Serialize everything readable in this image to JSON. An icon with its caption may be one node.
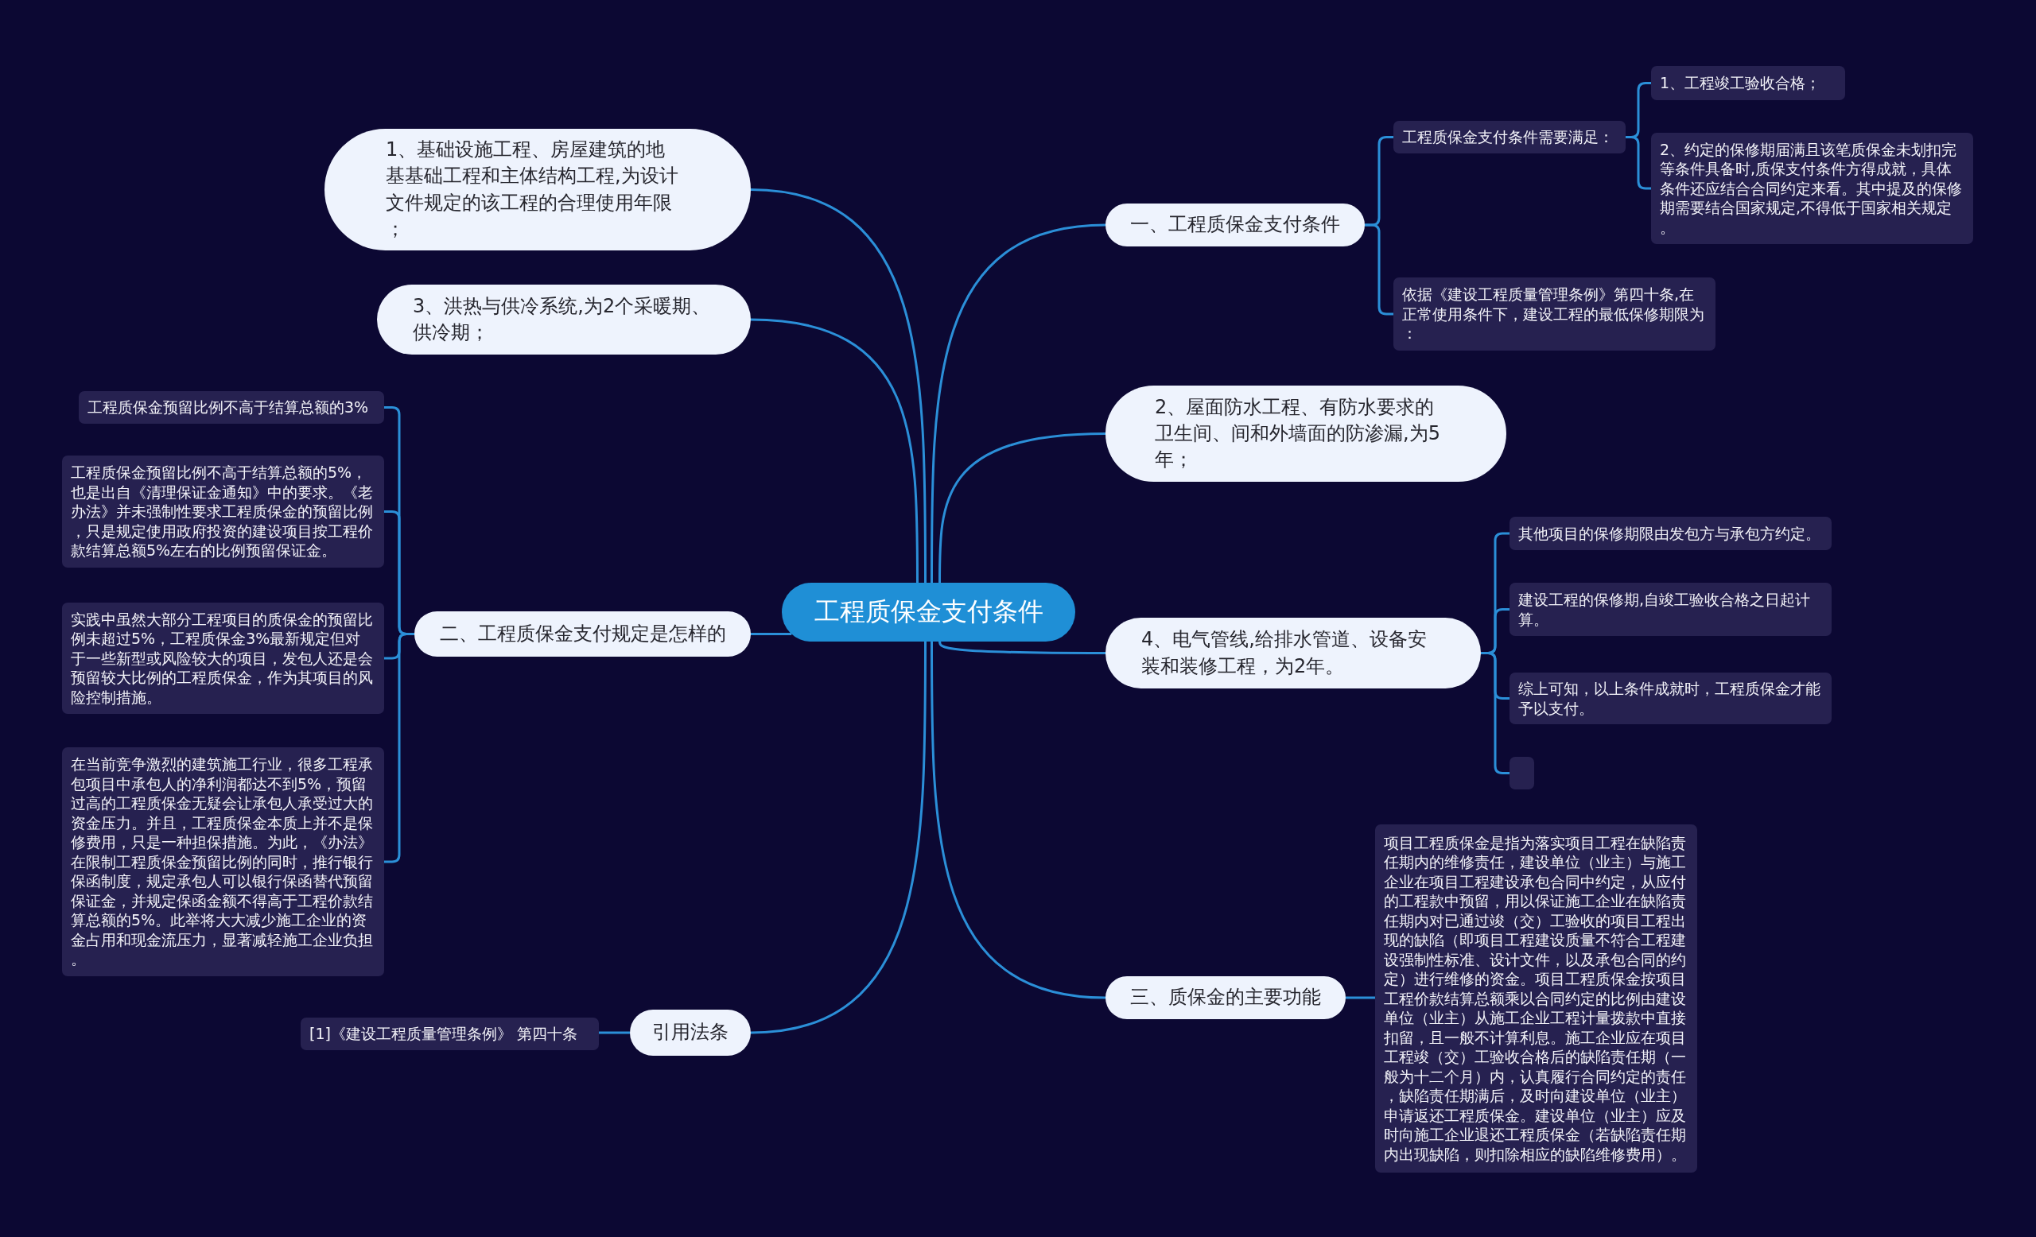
{
  "diagram": {
    "nodes": [
      {
        "text": [
          "工程质保金支付条件"
        ]
      },
      {
        "text": [
          "一、工程质保金支付条件"
        ]
      },
      {
        "text": [
          "工程质保金支付条件需要满足："
        ]
      },
      {
        "text": [
          "1、工程竣工验收合格；"
        ]
      },
      {
        "text": [
          "2、约定的保修期届满且该笔质保金未划扣完等条件具备时,质保支付条件方得成就，具体条件还应结合合同约定来看。其中提及的保修期需要结合国家规定,不得低于国家相关规定。"
        ]
      },
      {
        "text": [
          "依据《建设工程质量管理条例》第四十条,在正常使用条件下，建设工程的最低保修期限为："
        ]
      },
      {
        "text": [
          "2、屋面防水工程、有防水要求的卫生间、间和外墙面的防渗漏,为5年；"
        ]
      },
      {
        "text": [
          "4、电气管线,给排水管道、设备安装和装修工程，为2年。"
        ]
      },
      {
        "text": [
          "其他项目的保修期限由发包方与承包方约定。"
        ]
      },
      {
        "text": [
          "建设工程的保修期,自竣工验收合格之日起计算。"
        ]
      },
      {
        "text": [
          "综上可知，以上条件成就时，工程质保金才能予以支付。"
        ]
      },
      {
        "text": [],
        "shape": "box"
      },
      {
        "text": [
          "三、质保金的主要功能"
        ]
      },
      {
        "text": [
          "项目工程质保金是指为落实项目工程在缺陷责任期内的维修责任，建设单位（业主）与施工企业在项目工程建设承包合同中约定，从应付的工程款中预留，用以保证施工企业在缺陷责任期内对已通过竣（交）工验收的项目工程出现的缺陷（即项目工程建设质量不符合工程建设强制性标准、设计文件，以及承包合同的约定）进行维修的资金。项目工程质保金按项目工程价款结算总额乘以合同约定的比例由建设单位（业主）从施工企业工程计量拨款中直接扣留，且一般不计算利息。施工企业应在项目工程竣（交）工验收合格后的缺陷责任期（一般为十二个月）内，认真履行合同约定的责任，缺陷责任期满后，及时向建设单位（业主）申请返还工程质保金。建设单位（业主）应及时向施工企业退还工程质保金（若缺陷责任期内出现缺陷，则扣除相应的缺陷维修费用）。"
        ]
      },
      {
        "text": [
          "1、基础设施工程、房屋建筑的地基基础工程和主体结构工程,为设计文件规定的该工程的合理使用年限；"
        ]
      },
      {
        "text": [
          "3、洪热与供冷系统,为2个采暖期、供冷期；"
        ]
      },
      {
        "text": [
          "二、工程质保金支付规定是怎样的"
        ]
      },
      {
        "text": [
          "工程质保金预留比例不高于结算总额的3%"
        ]
      },
      {
        "text": [
          "工程质保金预留比例不高于结算总额的5%，也是出自《清理保证金通知》中的要求。《老办法》并未强制性要求工程质保金的预留比例，只是规定使用政府投资的建设项目按工程价款结算总额5%左右的比例预留保证金。"
        ]
      },
      {
        "text": [
          "实践中虽然大部分工程项目的质保金的预留比例未超过5%，工程质保金3%最新规定但对于一些新型或风险较大的项目，发包人还是会预留较大比例的工程质保金，作为其项目的风险控制措施。"
        ]
      },
      {
        "text": [
          "在当前竞争激烈的建筑施工行业，很多工程承包项目中承包人的净利润都达不到5%，预留过高的工程质保金无疑会让承包人承受过大的资金压力。并且，工程质保金本质上并不是保修费用，只是一种担保措施。为此，《办法》在限制工程质保金预留比例的同时，推行银行保函制度，规定承包人可以银行保函替代预留保证金，并规定保函金额不得高于工程价款结算总额的5%。此举将大大减少施工企业的资金占用和现金流压力，显著减轻施工企业负担。"
        ]
      },
      {
        "text": [
          "引用法条"
        ]
      },
      {
        "text": [
          "[1]《建设工程质量管理条例》 第四十条"
        ]
      }
    ],
    "edges": [
      {
        "from": 0,
        "to": 1,
        "arrow": "none"
      },
      {
        "from": 1,
        "to": 2,
        "arrow": "none"
      },
      {
        "from": 2,
        "to": 3,
        "arrow": "none"
      },
      {
        "from": 2,
        "to": 4,
        "arrow": "none"
      },
      {
        "from": 1,
        "to": 5,
        "arrow": "none"
      },
      {
        "from": 0,
        "to": 6,
        "arrow": "none"
      },
      {
        "from": 0,
        "to": 7,
        "arrow": "none"
      },
      {
        "from": 7,
        "to": 8,
        "arrow": "none"
      },
      {
        "from": 7,
        "to": 9,
        "arrow": "none"
      },
      {
        "from": 7,
        "to": 10,
        "arrow": "none"
      },
      {
        "from": 7,
        "to": 11,
        "arrow": "none"
      },
      {
        "from": 0,
        "to": 12,
        "arrow": "none"
      },
      {
        "from": 12,
        "to": 13,
        "arrow": "none"
      },
      {
        "from": 0,
        "to": 14,
        "arrow": "none"
      },
      {
        "from": 0,
        "to": 15,
        "arrow": "none"
      },
      {
        "from": 0,
        "to": 16,
        "arrow": "none"
      },
      {
        "from": 16,
        "to": 17,
        "arrow": "none"
      },
      {
        "from": 16,
        "to": 18,
        "arrow": "none"
      },
      {
        "from": 16,
        "to": 19,
        "arrow": "none"
      },
      {
        "from": 16,
        "to": 20,
        "arrow": "none"
      },
      {
        "from": 0,
        "to": 21,
        "arrow": "none"
      },
      {
        "from": 21,
        "to": 22,
        "arrow": "none"
      }
    ]
  }
}
